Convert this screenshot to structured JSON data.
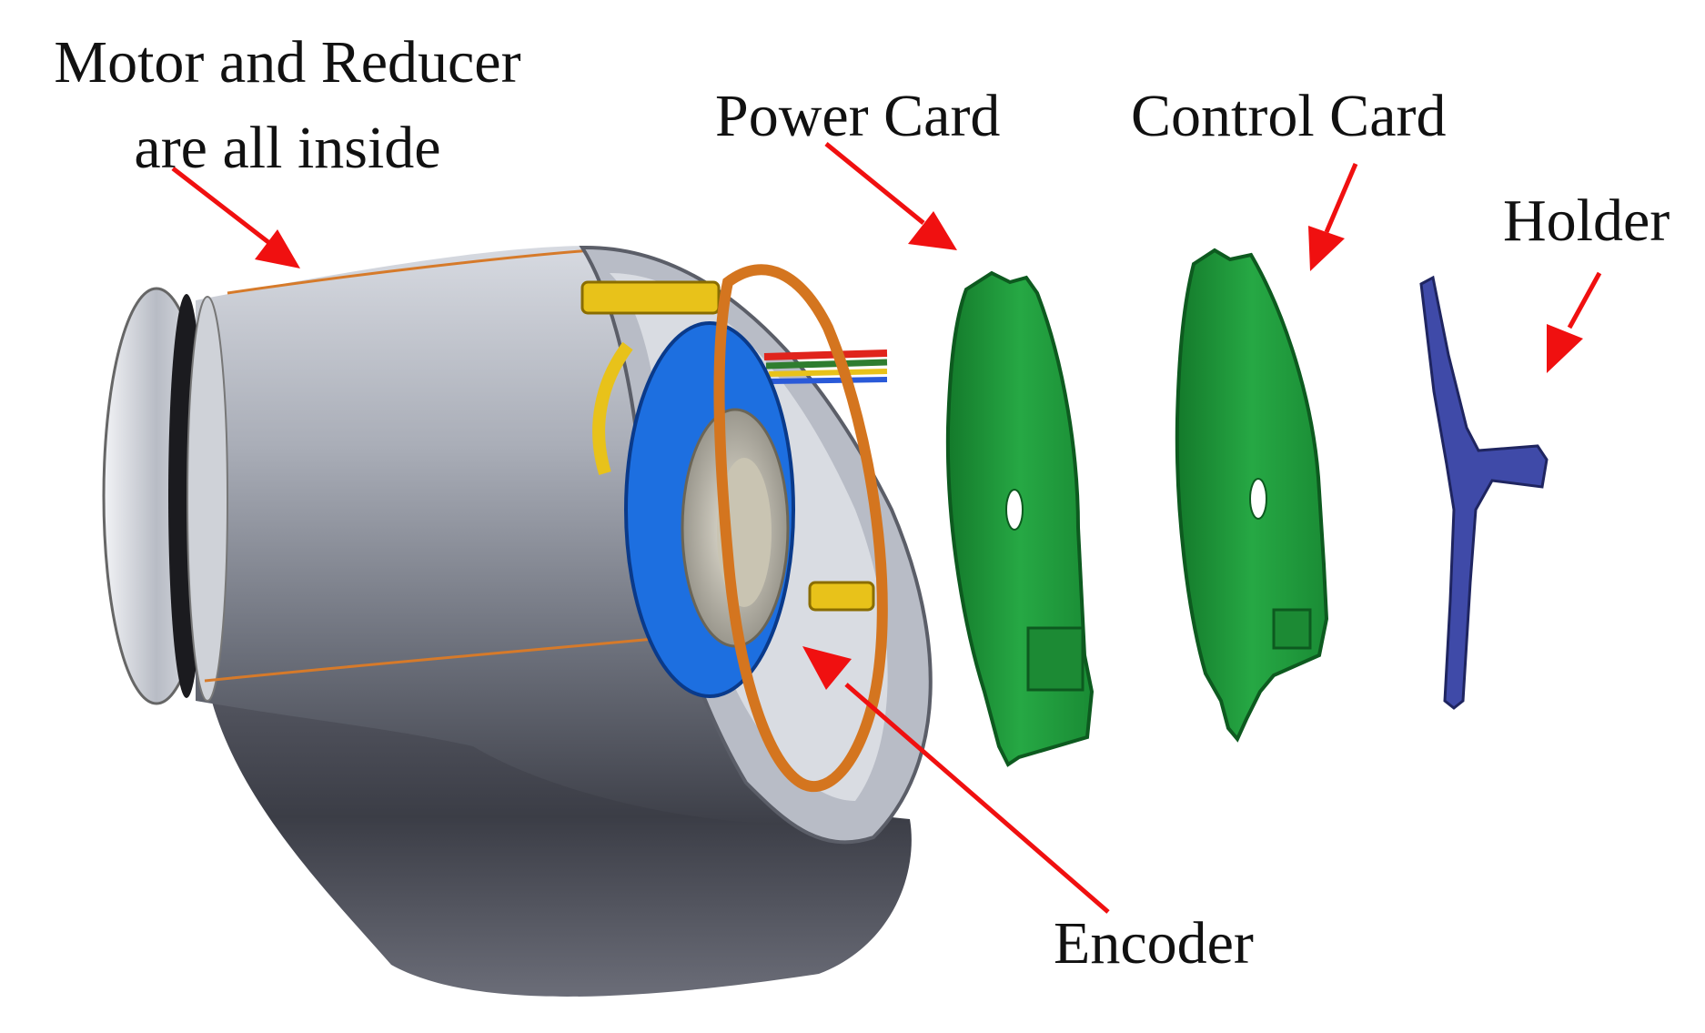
{
  "labels": {
    "motor_line1": "Motor and Reducer",
    "motor_line2": "are all inside",
    "power_card": "Power Card",
    "control_card": "Control Card",
    "holder": "Holder",
    "encoder": "Encoder"
  },
  "colors": {
    "arrow": "#f01010",
    "housing": "#8a8e99",
    "power_card": "#1f9a3a",
    "control_card": "#1f9a3a",
    "holder": "#3f4aa8",
    "encoder": "#1d6fe0",
    "ring": "#d4751f",
    "gear_yellow": "#e8c21a"
  }
}
